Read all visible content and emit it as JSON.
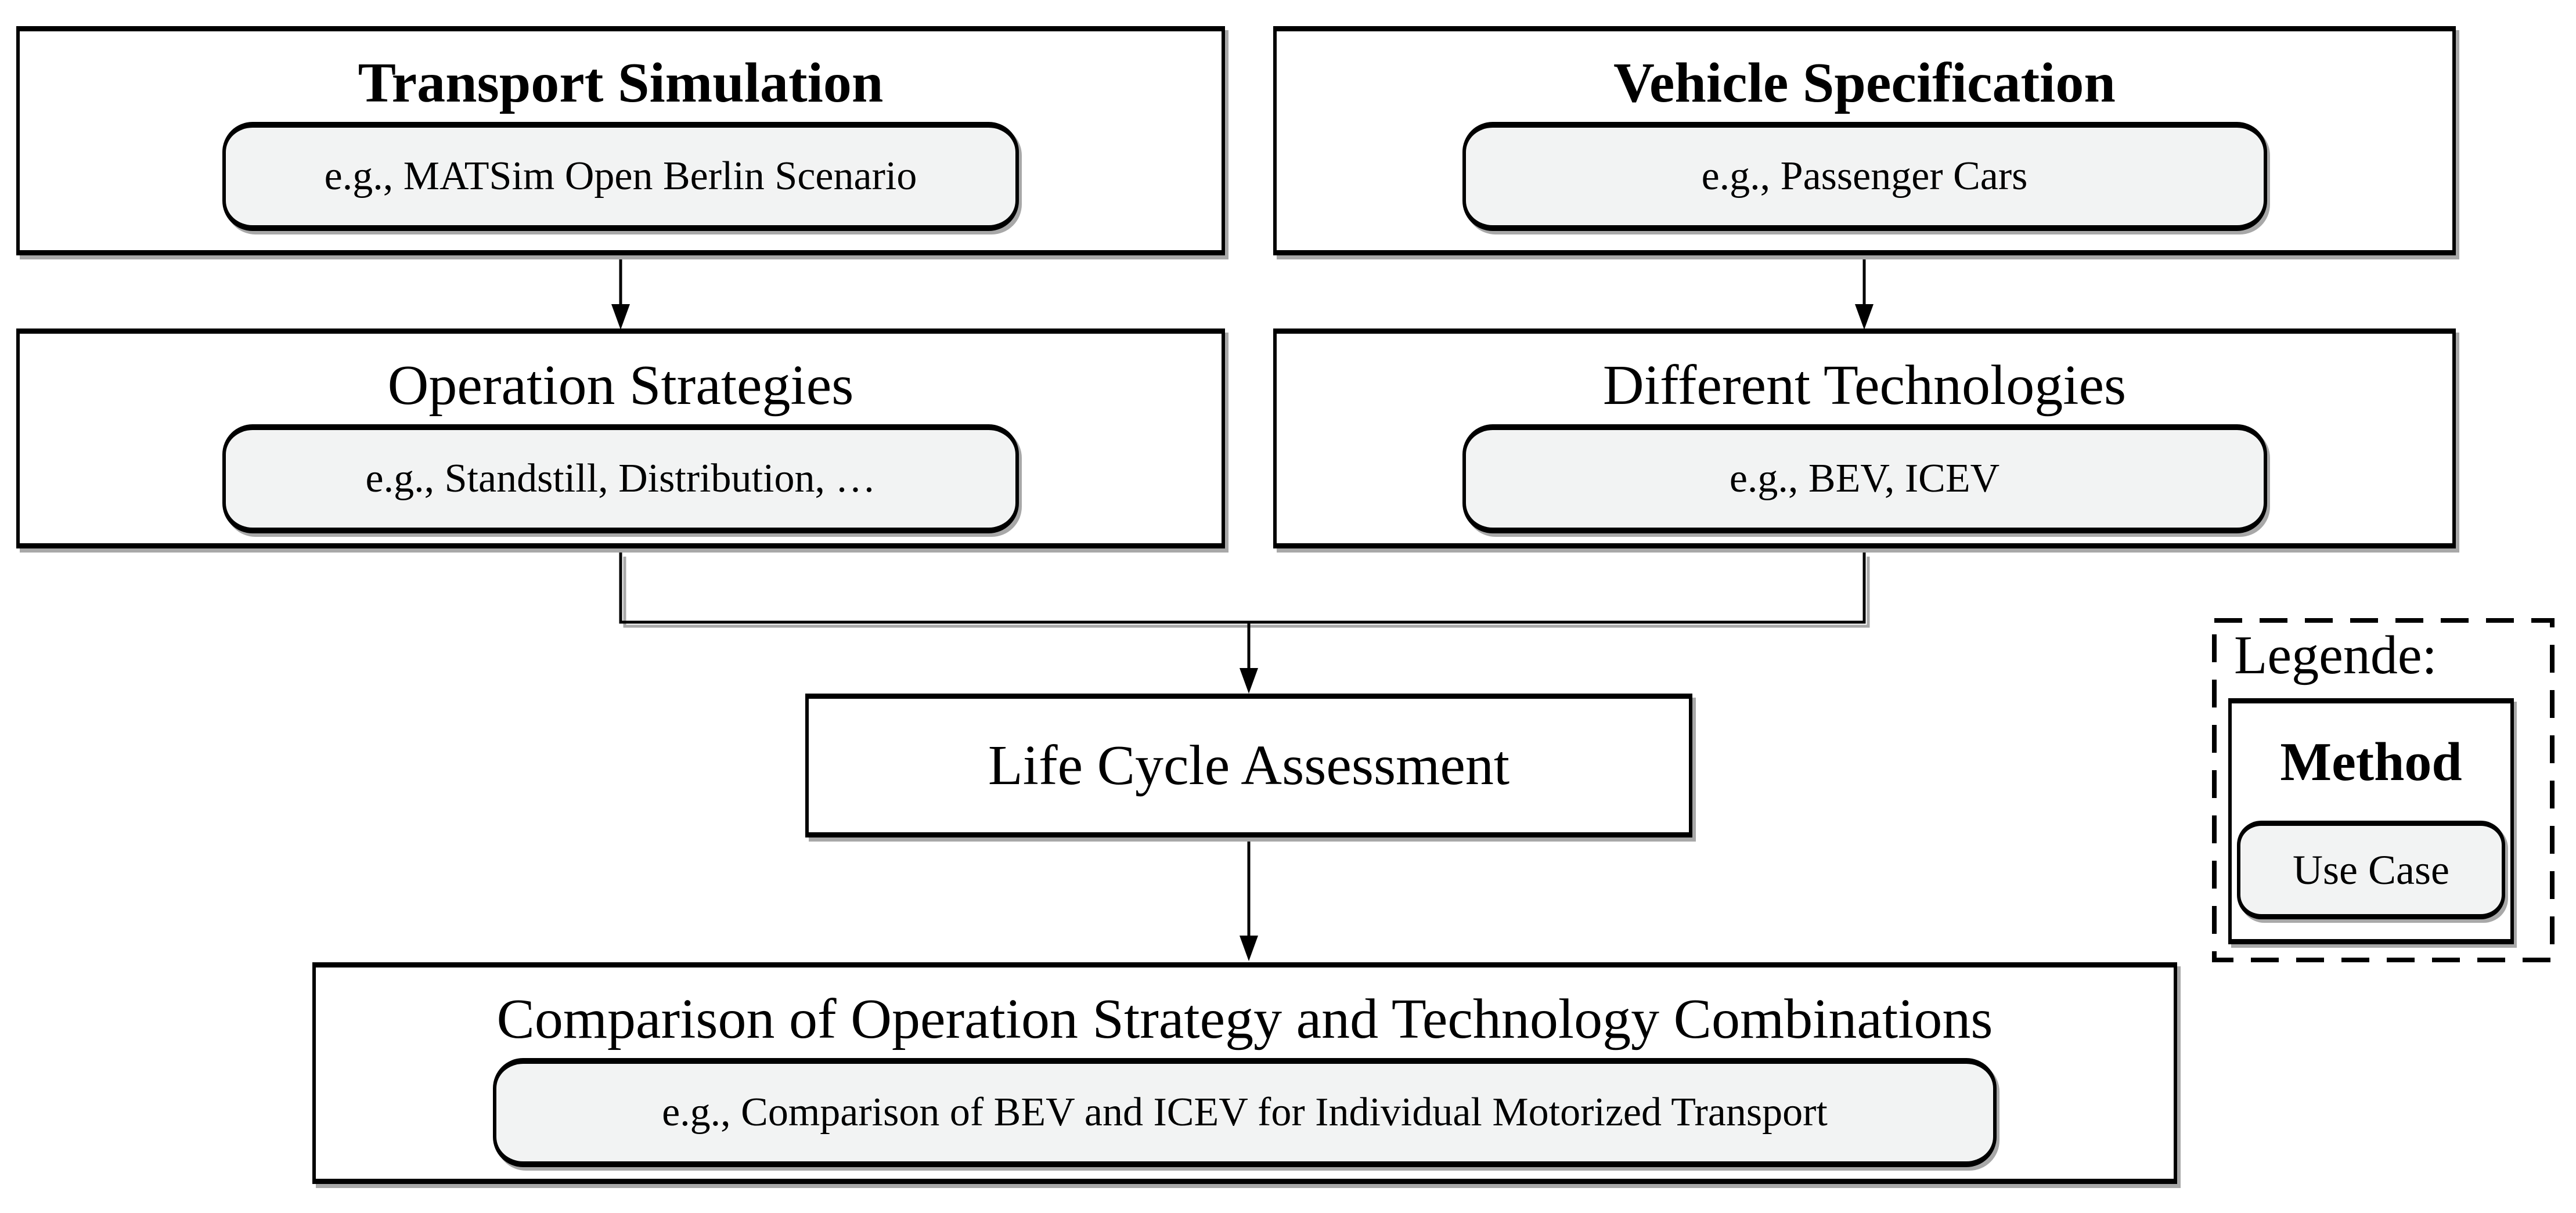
{
  "figure": {
    "background": "#ffffff",
    "line_color": "#000000",
    "use_case_fill": "#f2f3f3",
    "shadow_color": "#a8a8a8"
  },
  "boxes": {
    "transport_simulation": {
      "title": "Transport Simulation",
      "example": "e.g., MATSim Open Berlin Scenario"
    },
    "vehicle_specification": {
      "title": "Vehicle Specification",
      "example": "e.g., Passenger Cars"
    },
    "operation_strategies": {
      "title": "Operation Strategies",
      "example": "e.g., Standstill, Distribution, …"
    },
    "different_technologies": {
      "title": "Different Technologies",
      "example": "e.g., BEV, ICEV"
    },
    "life_cycle_assessment": {
      "title": "Life Cycle Assessment"
    },
    "comparison": {
      "title": "Comparison of Operation Strategy and Technology Combinations",
      "example": "e.g., Comparison of BEV and ICEV for Individual Motorized Transport"
    }
  },
  "legend": {
    "heading": "Legende:",
    "method_label": "Method",
    "use_case_label": "Use Case"
  }
}
